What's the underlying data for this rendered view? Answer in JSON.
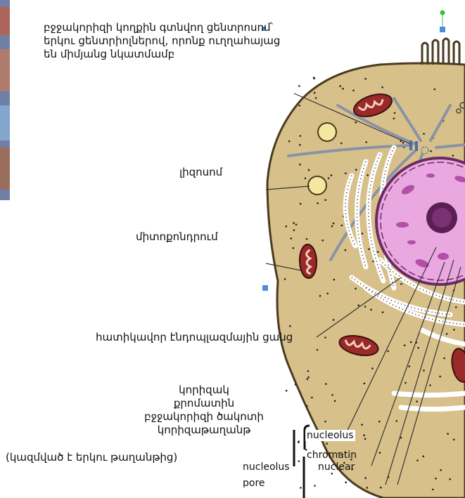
{
  "labels": {
    "centrosome": [
      "բջջակորիզի կողքին գտնվող ցենտրոսոմ՝",
      "երկու ցենտրիոլներով, որոնք ուղղահայաց",
      "են միմյանց նկատմամբ"
    ],
    "lysosome": "լիզոսոմ",
    "mitochondrion": "միտոքոնդրում",
    "rough_er": "հատիկավոր էնդոպլազմային ցանց",
    "nucleus_group": [
      "կորիզակ",
      "քրոմատին",
      "բջջակորիզի ծակոտի",
      "կորիզաթաղանթ",
      "(կազմված է երկու թաղանթից)"
    ]
  },
  "embedded_labels": {
    "nucleolus": "nucleolus",
    "chromatin": "chromatin",
    "nucleolus_clipped": "nucleolus",
    "nuclear": "nuclear",
    "pore": "pore"
  },
  "colors": {
    "cytoplasm": "#d8c08a",
    "cytoplasm_edge": "#4a3b20",
    "nucleus": "#e9a9e0",
    "nucleolus": "#5a1f55",
    "chromatin": "#b24fa6",
    "mitochondrion": "#9a2a2a",
    "lysosome": "#f4e7a0",
    "er": "#ffffff",
    "marker_green": "#3bbf3b",
    "marker_blue": "#4a90d9",
    "leader_line": "#333333"
  }
}
